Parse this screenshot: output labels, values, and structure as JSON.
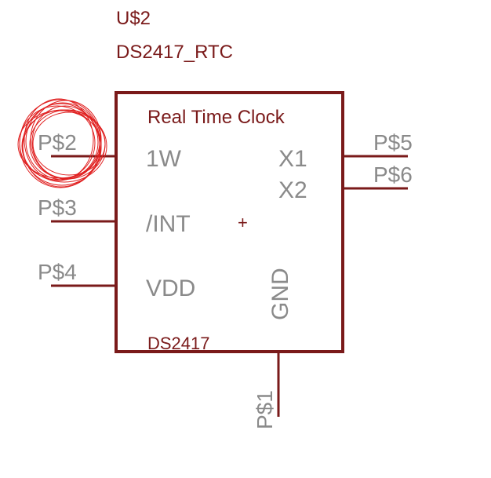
{
  "part": {
    "ref": "U$2",
    "value": "DS2417_RTC",
    "title": "Real Time Clock",
    "device": "DS2417"
  },
  "pins": [
    {
      "pad": "P$2",
      "name": "1W"
    },
    {
      "pad": "P$3",
      "name": "/INT"
    },
    {
      "pad": "P$4",
      "name": "VDD"
    },
    {
      "pad": "P$5",
      "name": "X1"
    },
    {
      "pad": "P$6",
      "name": "X2"
    },
    {
      "pad": "P$1",
      "name": "GND"
    }
  ],
  "origin_marker": "+",
  "colors": {
    "symbol": "#7a1a1a",
    "pin_text": "#8a8a8a",
    "highlight": "#e02020"
  }
}
